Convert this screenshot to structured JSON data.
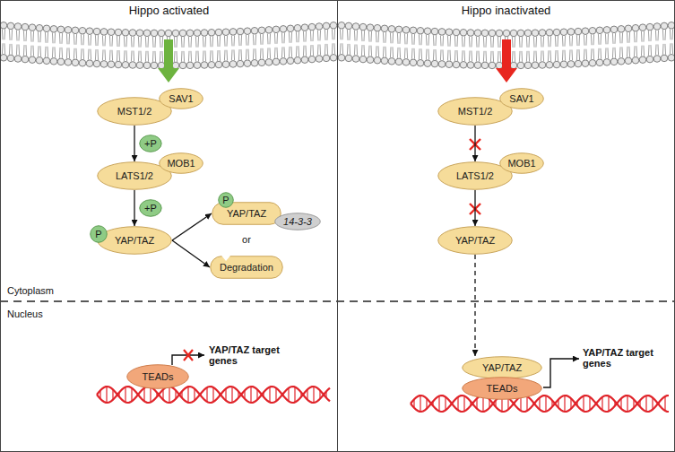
{
  "diagram": {
    "nodes": [
      {
        "text": [
          "Hippo activated"
        ]
      },
      {
        "text": [
          "MST1/2"
        ],
        "in": 0
      },
      {
        "text": [
          "SAV1"
        ],
        "in": 0
      },
      {
        "text": [
          "+P"
        ],
        "in": 0
      },
      {
        "text": [
          "LATS1/2"
        ],
        "in": 0
      },
      {
        "text": [
          "MOB1"
        ],
        "in": 0
      },
      {
        "text": [
          "+P"
        ],
        "in": 0
      },
      {
        "text": [
          "P"
        ],
        "in": 0
      },
      {
        "text": [
          "YAP/TAZ"
        ],
        "in": 0
      },
      {
        "text": [
          "P"
        ],
        "in": 0
      },
      {
        "text": [
          "YAP/TAZ"
        ],
        "in": 0
      },
      {
        "text": [
          "14-3-3"
        ],
        "in": 0
      },
      {
        "text": [
          "Degradation"
        ],
        "in": 0
      },
      {
        "text": [
          "TEADs"
        ],
        "in": 0
      },
      {
        "text": [
          "Hippo inactivated"
        ]
      },
      {
        "text": [
          "MST1/2"
        ],
        "in": 14
      },
      {
        "text": [
          "SAV1"
        ],
        "in": 14
      },
      {
        "text": [
          "LATS1/2"
        ],
        "in": 14
      },
      {
        "text": [
          "MOB1"
        ],
        "in": 14
      },
      {
        "text": [
          "YAP/TAZ"
        ],
        "in": 14
      },
      {
        "text": [
          "YAP/TAZ"
        ],
        "in": 14
      },
      {
        "text": [
          "TEADs"
        ],
        "in": 14
      }
    ],
    "edges": [
      {
        "from": 1,
        "to": 4,
        "arrow": "to"
      },
      {
        "from": 4,
        "to": 8,
        "arrow": "to"
      },
      {
        "from": 8,
        "to": 10,
        "arrow": "to"
      },
      {
        "from": 8,
        "to": 12,
        "arrow": "to"
      },
      {
        "from": 15,
        "to": 17,
        "arrow": "to"
      },
      {
        "from": 17,
        "to": 19,
        "arrow": "to"
      },
      {
        "from": 19,
        "to": 20,
        "arrow": "to"
      }
    ],
    "labels": [
      "or",
      "Cytoplasm",
      "Nucleus",
      "YAP/TAZ target genes",
      "YAP/TAZ target genes"
    ]
  }
}
